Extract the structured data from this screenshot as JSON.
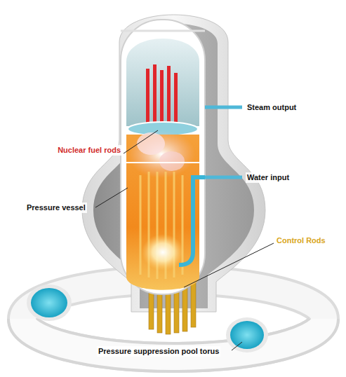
{
  "diagram": {
    "labels": [
      "Steam output",
      "Nuclear fuel rods",
      "Water input",
      "Pressure vessel",
      "Control Rods",
      "Pressure suppression pool torus"
    ]
  }
}
